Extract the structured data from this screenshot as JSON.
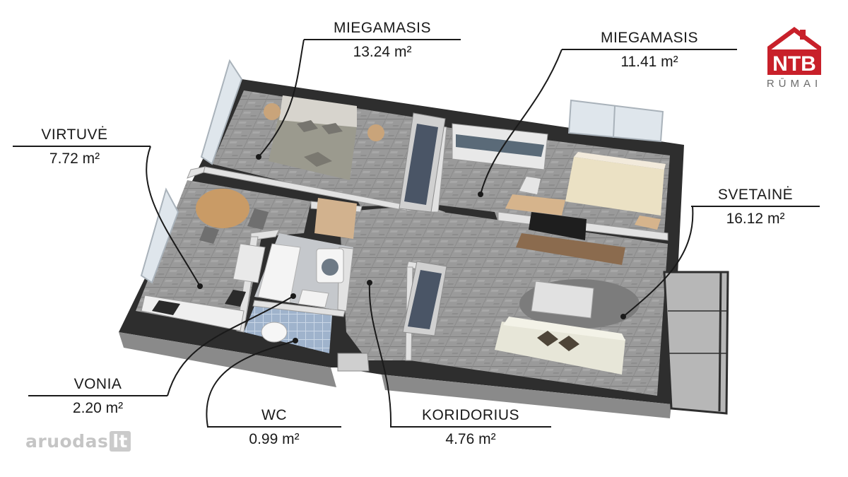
{
  "rooms": {
    "bedroom_1": {
      "name": "MIEGAMASIS",
      "area": "13.24 m²"
    },
    "bedroom_2": {
      "name": "MIEGAMASIS",
      "area": "11.41 m²"
    },
    "kitchen": {
      "name": "VIRTUVĖ",
      "area": "7.72 m²"
    },
    "living": {
      "name": "SVETAINĖ",
      "area": "16.12 m²"
    },
    "bathroom": {
      "name": "VONIA",
      "area": "2.20 m²"
    },
    "wc": {
      "name": "WC",
      "area": "0.99 m²"
    },
    "corridor": {
      "name": "KORIDORIUS",
      "area": "4.76 m²"
    }
  },
  "logo": {
    "mark": "NTB",
    "subtitle": "RŪMAI",
    "color": "#c8202a"
  },
  "watermark": {
    "name": "aruodas",
    "tld": "lt"
  },
  "colors": {
    "wall": "#3a3a3a",
    "floor": "#8f8f8f",
    "floor_light": "#a9a9a9",
    "wall_top": "#cfcfcf",
    "line": "#1a1a1a"
  }
}
